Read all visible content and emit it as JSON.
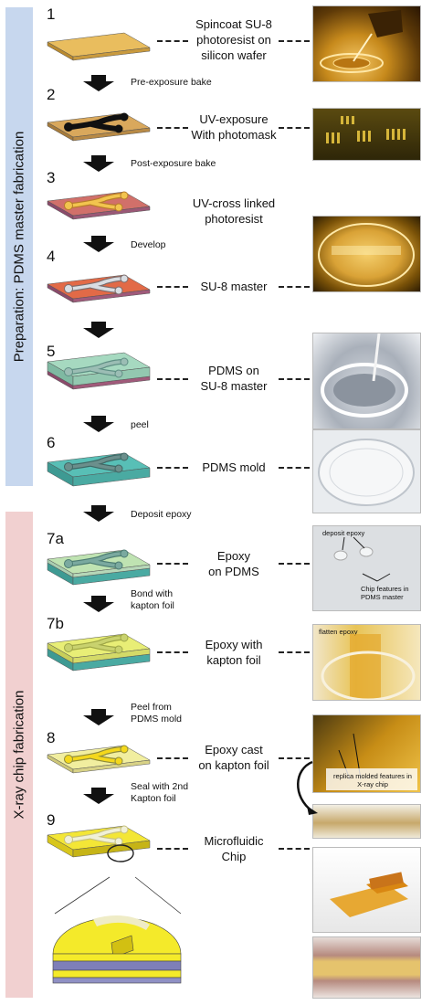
{
  "bands": {
    "prep": "Preparation: PDMS master fabrication",
    "xray": "X-ray chip fabrication"
  },
  "steps": [
    {
      "num": "1",
      "desc": [
        "Spincoat SU-8",
        "photoresist on",
        "silicon wafer"
      ]
    },
    {
      "num": "2",
      "desc": [
        "UV-exposure",
        "With photomask"
      ]
    },
    {
      "num": "3",
      "desc": [
        "UV-cross linked",
        "photoresist"
      ]
    },
    {
      "num": "4",
      "desc": [
        "SU-8 master"
      ]
    },
    {
      "num": "5",
      "desc": [
        "PDMS on",
        "SU-8 master"
      ]
    },
    {
      "num": "6",
      "desc": [
        "PDMS mold"
      ]
    },
    {
      "num": "7a",
      "desc": [
        "Epoxy",
        "on PDMS"
      ]
    },
    {
      "num": "7b",
      "desc": [
        "Epoxy with",
        "kapton foil"
      ]
    },
    {
      "num": "8",
      "desc": [
        "Epoxy cast",
        "on kapton foil"
      ]
    },
    {
      "num": "9",
      "desc": [
        "Microfluidic",
        "Chip"
      ]
    }
  ],
  "transitions": [
    [
      "Pre-exposure bake"
    ],
    [
      "Post-exposure bake"
    ],
    [
      "Develop"
    ],
    [
      ""
    ],
    [
      "peel"
    ],
    [
      "Deposit epoxy"
    ],
    [
      "Bond with",
      "kapton foil"
    ],
    [
      "Peel from",
      "PDMS mold"
    ],
    [
      "Seal with 2nd",
      "Kapton foil"
    ]
  ],
  "annotations": {
    "deposit": "deposit epoxy",
    "features": "Chip features in PDMS master",
    "flatten": "flatten epoxy",
    "replica": "replica molded features in X-ray chip"
  },
  "colors": {
    "wafer_top": "#e9bd5e",
    "resist": "#d9a85c",
    "crosslinked": "#d1706a",
    "master": "#e26a47",
    "pdms": "#a6d9c0",
    "pdms_mold": "#58bfb6",
    "epoxy": "#e8ee76",
    "kapton": "#f1ee9f",
    "chip": "#f3e636"
  }
}
